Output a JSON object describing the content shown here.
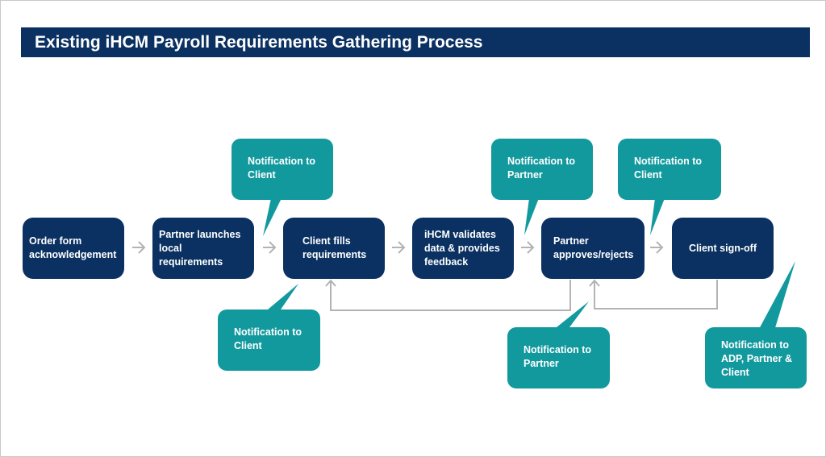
{
  "title": "Existing iHCM Payroll Requirements Gathering Process",
  "steps": [
    {
      "label": "Order form\nacknowledgement"
    },
    {
      "label": "Partner launches\nlocal requirements"
    },
    {
      "label": "Client fills\nrequirements"
    },
    {
      "label": "iHCM validates\ndata & provides\nfeedback"
    },
    {
      "label": "Partner\napproves/rejects"
    },
    {
      "label": "Client sign-off"
    }
  ],
  "notifications": [
    {
      "text": "Notification to\nClient"
    },
    {
      "text": "Notification to\nPartner"
    },
    {
      "text": "Notification to\nClient"
    },
    {
      "text": "Notification to\nClient"
    },
    {
      "text": "Notification to\nPartner"
    },
    {
      "text": "Notification to\nADP, Partner &\nClient"
    }
  ],
  "colors": {
    "title_bar": "#0a3161",
    "step_box": "#0a3161",
    "notification": "#12999e",
    "connector": "#b3b3b3"
  }
}
